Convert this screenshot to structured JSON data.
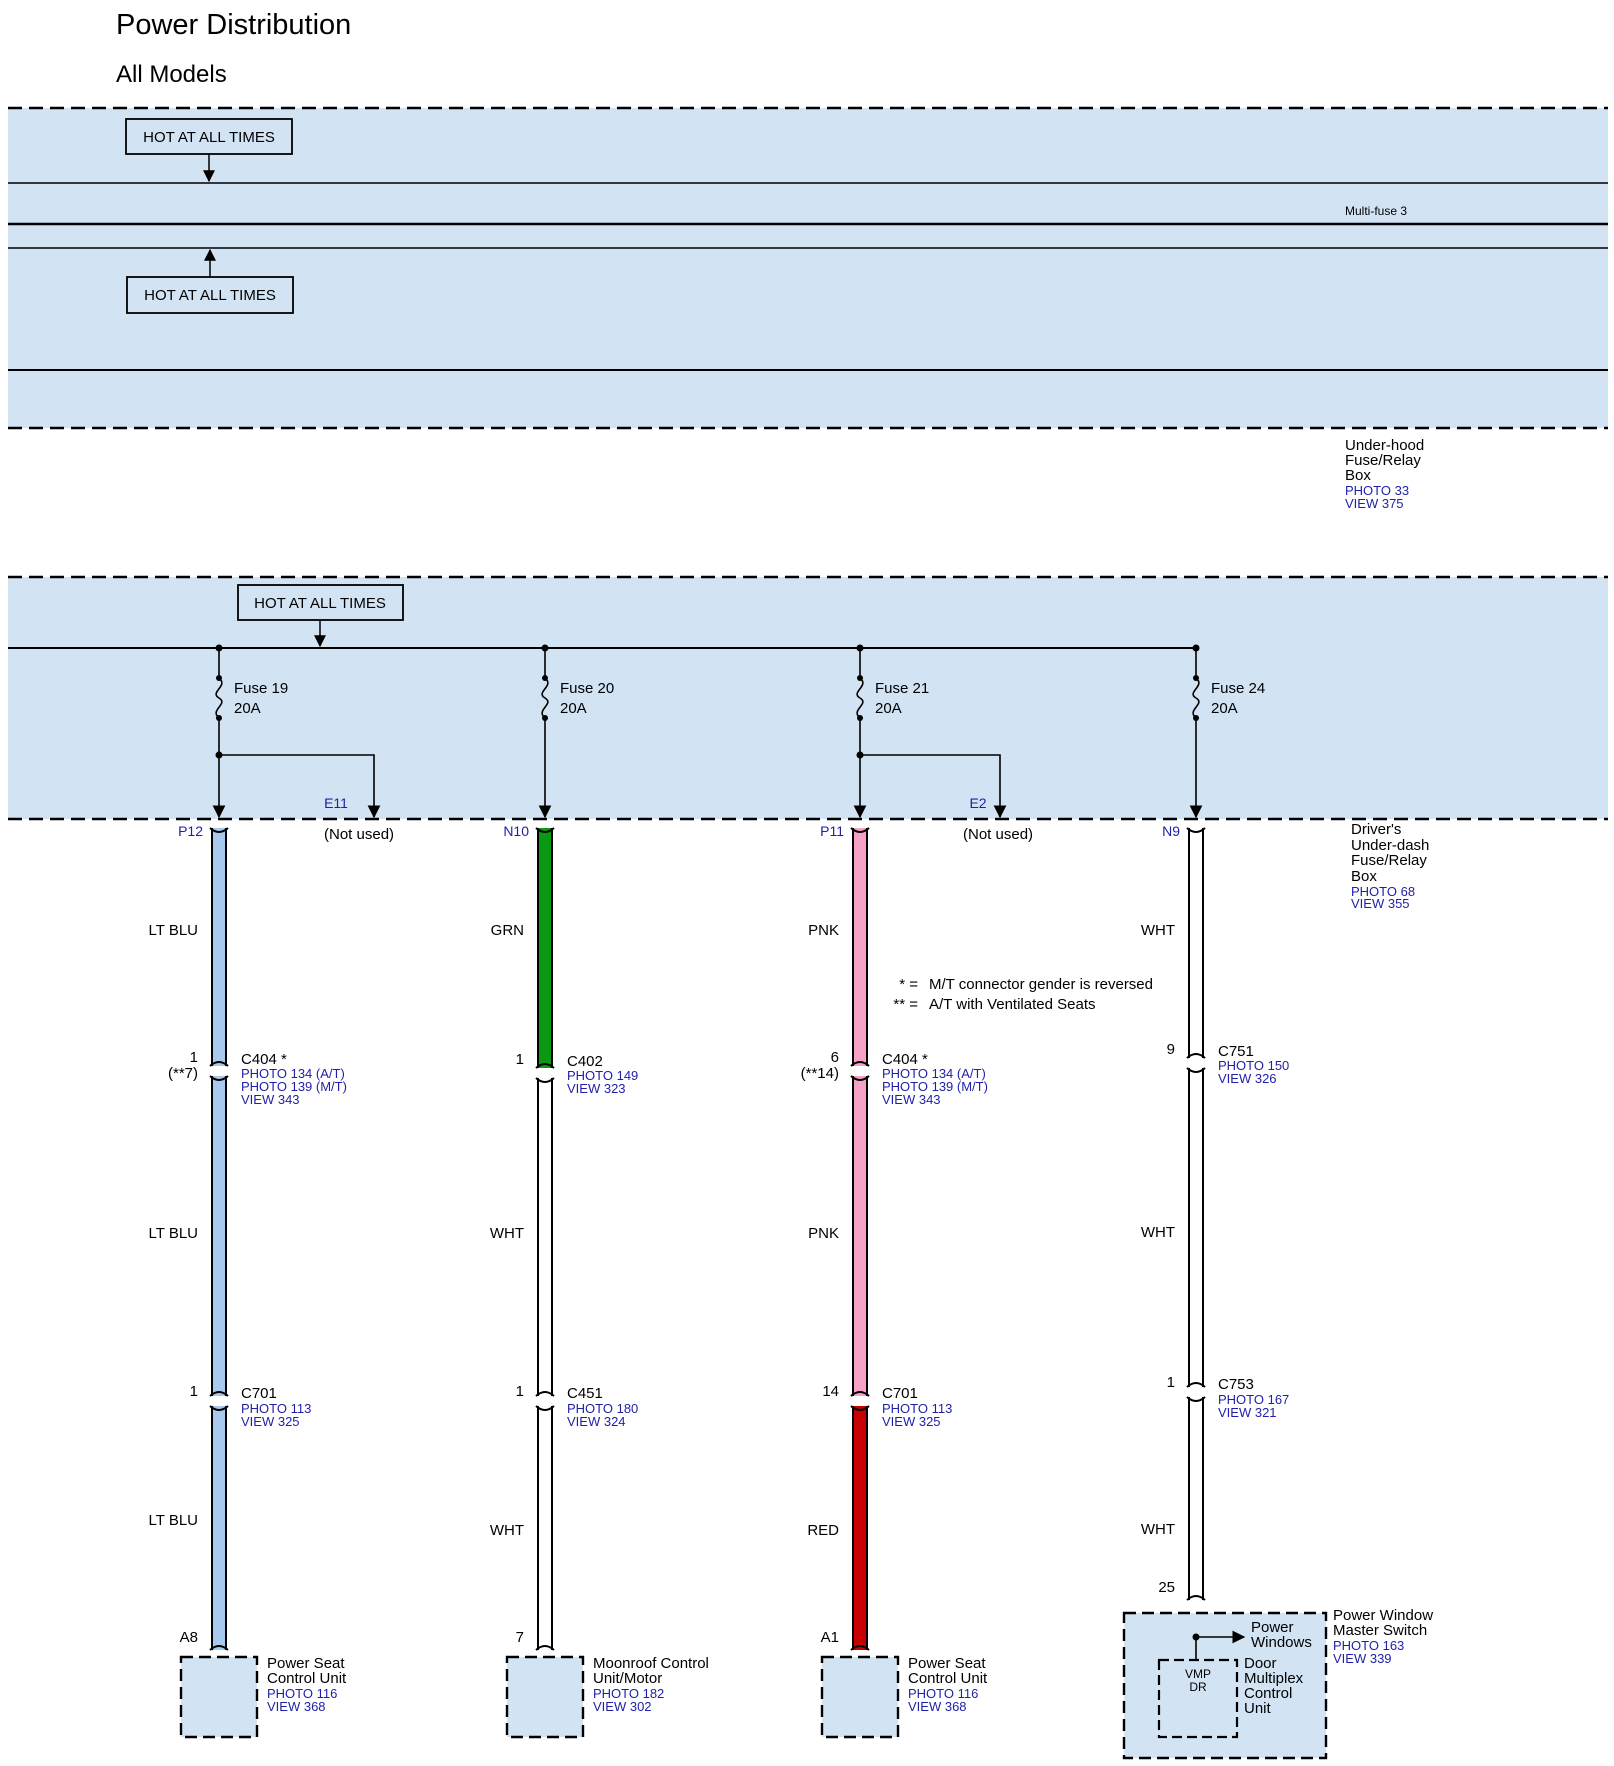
{
  "header": {
    "title": "Power Distribution",
    "subtitle": "All Models"
  },
  "underhood": {
    "hot1": "HOT AT ALL TIMES",
    "hot2": "HOT AT ALL TIMES",
    "multifuse": "Multi-fuse 3",
    "box_name": [
      "Under-hood",
      "Fuse/Relay",
      "Box"
    ],
    "photo": "PHOTO 33",
    "view": "VIEW 375"
  },
  "underdash": {
    "hot": "HOT AT ALL TIMES",
    "box_name": [
      "Driver's",
      "Under-dash",
      "Fuse/Relay",
      "Box"
    ],
    "photo": "PHOTO 68",
    "view": "VIEW 355",
    "not_used": "(Not used)",
    "branch_e11": "E11",
    "branch_e2": "E2"
  },
  "notes": {
    "n1_mark": "* =",
    "n1": "M/T connector gender is reversed",
    "n2_mark": "** =",
    "n2": "A/T with Ventilated Seats"
  },
  "circuits": [
    {
      "fuse": "Fuse 19",
      "amp": "20A",
      "pin": "P12",
      "colors": [
        "#a8c8ee",
        "#a8c8ee",
        "#a8c8ee"
      ],
      "wires": [
        "LT BLU",
        "LT BLU",
        "LT BLU"
      ],
      "conn1": {
        "pin": "1",
        "alt": "(**7)",
        "name": "C404",
        "star": "*",
        "photo": "PHOTO 134 (A/T)",
        "photo2": "PHOTO 139 (M/T)",
        "view": "VIEW 343"
      },
      "conn2": {
        "pin": "1",
        "name": "C701",
        "photo": "PHOTO 113",
        "view": "VIEW 325"
      },
      "end_pin": "A8",
      "comp": [
        "Power Seat",
        "Control Unit"
      ],
      "comp_photo": "PHOTO 116",
      "comp_view": "VIEW 368"
    },
    {
      "fuse": "Fuse 20",
      "amp": "20A",
      "pin": "N10",
      "colors": [
        "#0a9a12",
        "#ffffff",
        "#ffffff"
      ],
      "wires": [
        "GRN",
        "WHT",
        "WHT"
      ],
      "conn1": {
        "pin": "1",
        "name": "C402",
        "photo": "PHOTO 149",
        "view": "VIEW 323"
      },
      "conn2": {
        "pin": "1",
        "name": "C451",
        "photo": "PHOTO 180",
        "view": "VIEW 324"
      },
      "end_pin": "7",
      "comp": [
        "Moonroof Control",
        "Unit/Motor"
      ],
      "comp_photo": "PHOTO 182",
      "comp_view": "VIEW 302"
    },
    {
      "fuse": "Fuse 21",
      "amp": "20A",
      "pin": "P11",
      "colors": [
        "#f7a0c8",
        "#f7a0c8",
        "#c80000"
      ],
      "wires": [
        "PNK",
        "PNK",
        "RED"
      ],
      "conn1": {
        "pin": "6",
        "alt": "(**14)",
        "name": "C404",
        "star": "*",
        "photo": "PHOTO 134 (A/T)",
        "photo2": "PHOTO 139 (M/T)",
        "view": "VIEW 343"
      },
      "conn2": {
        "pin": "14",
        "name": "C701",
        "photo": "PHOTO 113",
        "view": "VIEW 325"
      },
      "end_pin": "A1",
      "comp": [
        "Power Seat",
        "Control Unit"
      ],
      "comp_photo": "PHOTO 116",
      "comp_view": "VIEW 368"
    },
    {
      "fuse": "Fuse 24",
      "amp": "20A",
      "pin": "N9",
      "colors": [
        "#ffffff",
        "#ffffff",
        "#ffffff"
      ],
      "wires": [
        "WHT",
        "WHT",
        "WHT"
      ],
      "conn1": {
        "pin": "9",
        "name": "C751",
        "photo": "PHOTO 150",
        "view": "VIEW 326"
      },
      "conn2": {
        "pin": "1",
        "name": "C753",
        "photo": "PHOTO 167",
        "view": "VIEW 321"
      },
      "end_pin": "25",
      "comp": [
        "Power Window",
        "Master Switch"
      ],
      "comp_photo": "PHOTO 163",
      "comp_view": "VIEW 339",
      "inner_out": [
        "Power",
        "Windows"
      ],
      "inner_box": [
        "VMP",
        "DR"
      ],
      "inner_unit": [
        "Door",
        "Multiplex",
        "Control",
        "Unit"
      ]
    }
  ]
}
